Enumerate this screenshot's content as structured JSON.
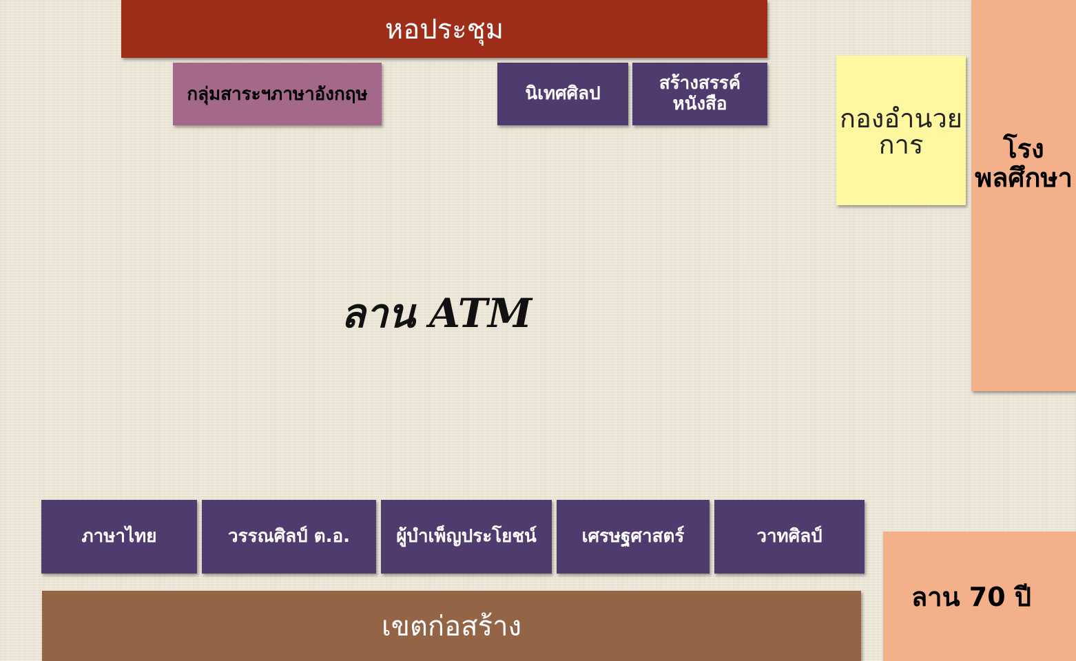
{
  "top": {
    "hall": "หอประชุม",
    "english_group": "กลุ่มสาระฯภาษาอังกฤษ",
    "communication_arts": "นิเทศศิลป",
    "book_creation": "สร้างสรรค์\nหนังสือ"
  },
  "right": {
    "administration": "กองอำนวย\nการ",
    "gymnasium": "โรง\nพลศึกษา",
    "plaza_70": "ลาน 70 ปี"
  },
  "center": {
    "atm_plaza": "ลาน ATM"
  },
  "bottom_row": [
    "ภาษาไทย",
    "วรรณศิลป์ ต.อ.",
    "ผู้บำเพ็ญประโยชน์",
    "เศรษฐศาสตร์",
    "วาทศิลป์"
  ],
  "construction": "เขตก่อสร้าง",
  "colors": {
    "hall": "#9e2e1a",
    "english_group": "#a4688b",
    "club_boxes": "#4f3b6d",
    "administration": "#fdf7a0",
    "gymnasium": "#f4b08b",
    "construction": "#946446",
    "plaza_70": "#f4b08b"
  }
}
